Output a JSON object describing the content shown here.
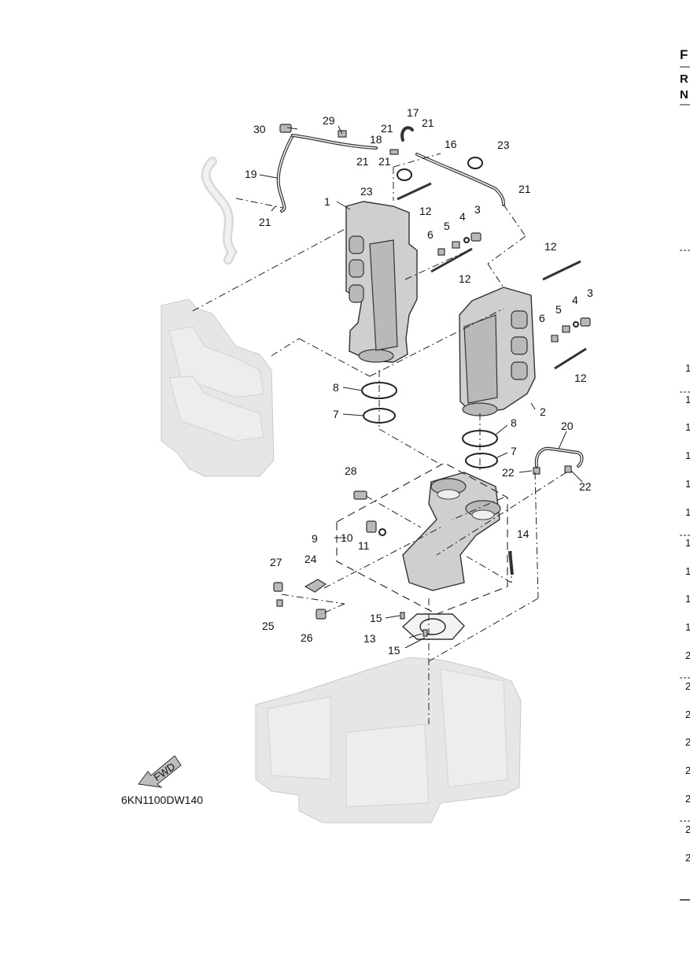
{
  "diagram_code": "6KN1100DW140",
  "fwd_label": "FWD",
  "callouts": [
    "1",
    "2",
    "3",
    "3",
    "4",
    "4",
    "5",
    "5",
    "6",
    "6",
    "7",
    "7",
    "8",
    "8",
    "9",
    "10",
    "11",
    "12",
    "12",
    "12",
    "12",
    "13",
    "14",
    "15",
    "15",
    "16",
    "17",
    "18",
    "19",
    "20",
    "21",
    "21",
    "21",
    "21",
    "21",
    "21",
    "22",
    "22",
    "23",
    "23",
    "24",
    "25",
    "26",
    "27",
    "28",
    "29",
    "30"
  ],
  "right_column": {
    "header_letters": [
      "F",
      "R",
      "N"
    ],
    "row_digits": [
      "1",
      "1",
      "1",
      "1",
      "1",
      "1",
      "1",
      "1",
      "1",
      "1",
      "2",
      "2",
      "2",
      "2",
      "2",
      "2",
      "2",
      "2"
    ]
  }
}
